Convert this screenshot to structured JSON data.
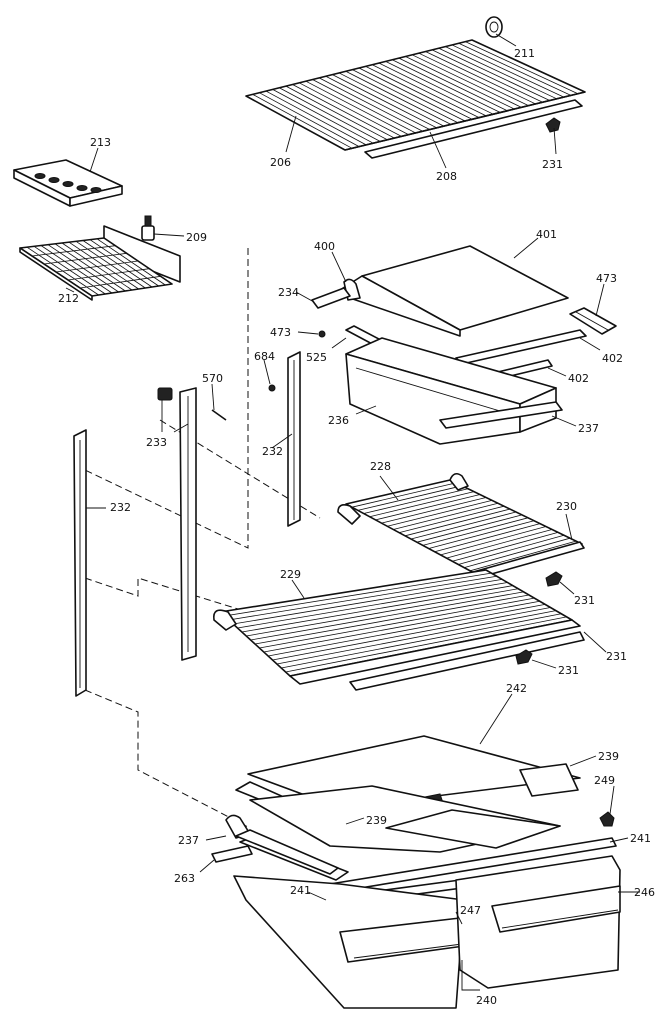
{
  "callouts": [
    {
      "id": "c211",
      "label": "211"
    },
    {
      "id": "c206",
      "label": "206"
    },
    {
      "id": "c208",
      "label": "208"
    },
    {
      "id": "c231a",
      "label": "231"
    },
    {
      "id": "c213",
      "label": "213"
    },
    {
      "id": "c209",
      "label": "209"
    },
    {
      "id": "c212",
      "label": "212"
    },
    {
      "id": "c400",
      "label": "400"
    },
    {
      "id": "c401",
      "label": "401"
    },
    {
      "id": "c234",
      "label": "234"
    },
    {
      "id": "c473a",
      "label": "473"
    },
    {
      "id": "c473b",
      "label": "473"
    },
    {
      "id": "c525",
      "label": "525"
    },
    {
      "id": "c402a",
      "label": "402"
    },
    {
      "id": "c402b",
      "label": "402"
    },
    {
      "id": "c684",
      "label": "684"
    },
    {
      "id": "c570",
      "label": "570"
    },
    {
      "id": "c236",
      "label": "236"
    },
    {
      "id": "c237a",
      "label": "237"
    },
    {
      "id": "c233",
      "label": "233"
    },
    {
      "id": "c232a",
      "label": "232"
    },
    {
      "id": "c232b",
      "label": "232"
    },
    {
      "id": "c228",
      "label": "228"
    },
    {
      "id": "c230",
      "label": "230"
    },
    {
      "id": "c231b",
      "label": "231"
    },
    {
      "id": "c229",
      "label": "229"
    },
    {
      "id": "c231c",
      "label": "231"
    },
    {
      "id": "c231d",
      "label": "231"
    },
    {
      "id": "c242",
      "label": "242"
    },
    {
      "id": "c239a",
      "label": "239"
    },
    {
      "id": "c249",
      "label": "249"
    },
    {
      "id": "c239b",
      "label": "239"
    },
    {
      "id": "c237b",
      "label": "237"
    },
    {
      "id": "c241a",
      "label": "241"
    },
    {
      "id": "c263",
      "label": "263"
    },
    {
      "id": "c241b",
      "label": "241"
    },
    {
      "id": "c247",
      "label": "247"
    },
    {
      "id": "c246",
      "label": "246"
    },
    {
      "id": "c240",
      "label": "240"
    }
  ]
}
